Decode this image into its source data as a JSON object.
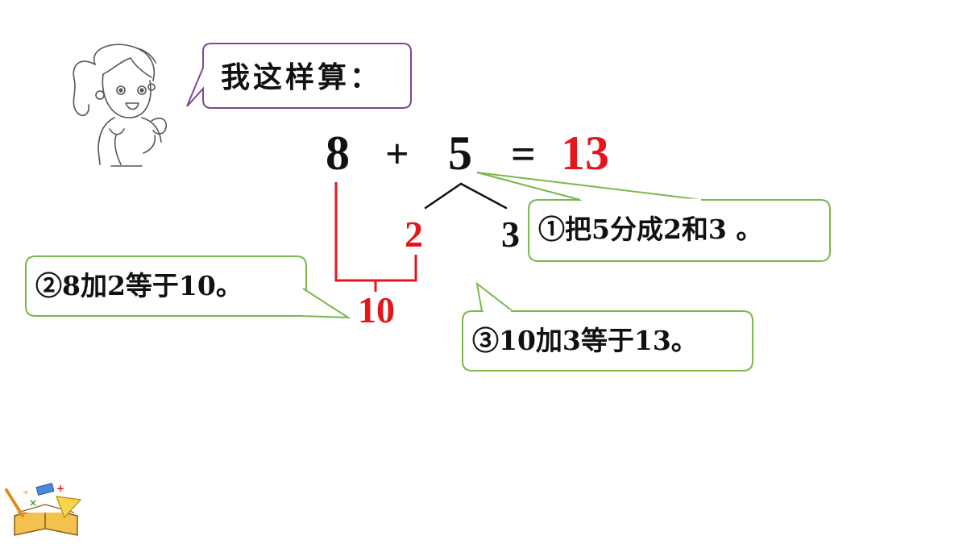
{
  "speech": {
    "text": "我这样算："
  },
  "equation": {
    "a": "8",
    "plus": "+",
    "b": "5",
    "equals": "=",
    "result": "13"
  },
  "split": {
    "part1": "2",
    "part2": "3",
    "ten": "10"
  },
  "steps": {
    "step1": "①把5分成2和3 。",
    "step2": "②8加2等于10。",
    "step3": "③10加3等于13。"
  },
  "colors": {
    "red": "#e4161c",
    "green": "#7ab84a",
    "purple": "#7d4a94",
    "black": "#111111"
  },
  "icons": [
    "girl-illustration",
    "book-math-tools-icon"
  ]
}
